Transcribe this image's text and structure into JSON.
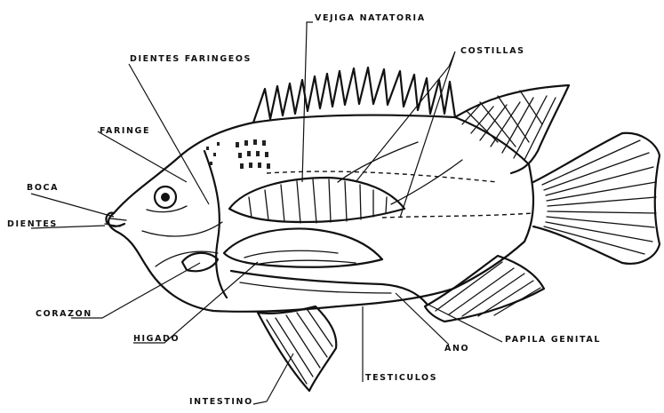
{
  "labels": {
    "vejiga": "VEJIGA NATATORIA",
    "costillas": "COSTILLAS",
    "dientes_faringeos": "DIENTES FARINGEOS",
    "faringe": "FARINGE",
    "boca": "BOCA",
    "dientes": "DIENTES",
    "corazon": "CORAZON",
    "higado": "HIGADO",
    "intestino": "INTESTINO",
    "testiculos": "TESTICULOS",
    "ano": "ANO",
    "papila_genital": "PAPILA GENITAL"
  }
}
